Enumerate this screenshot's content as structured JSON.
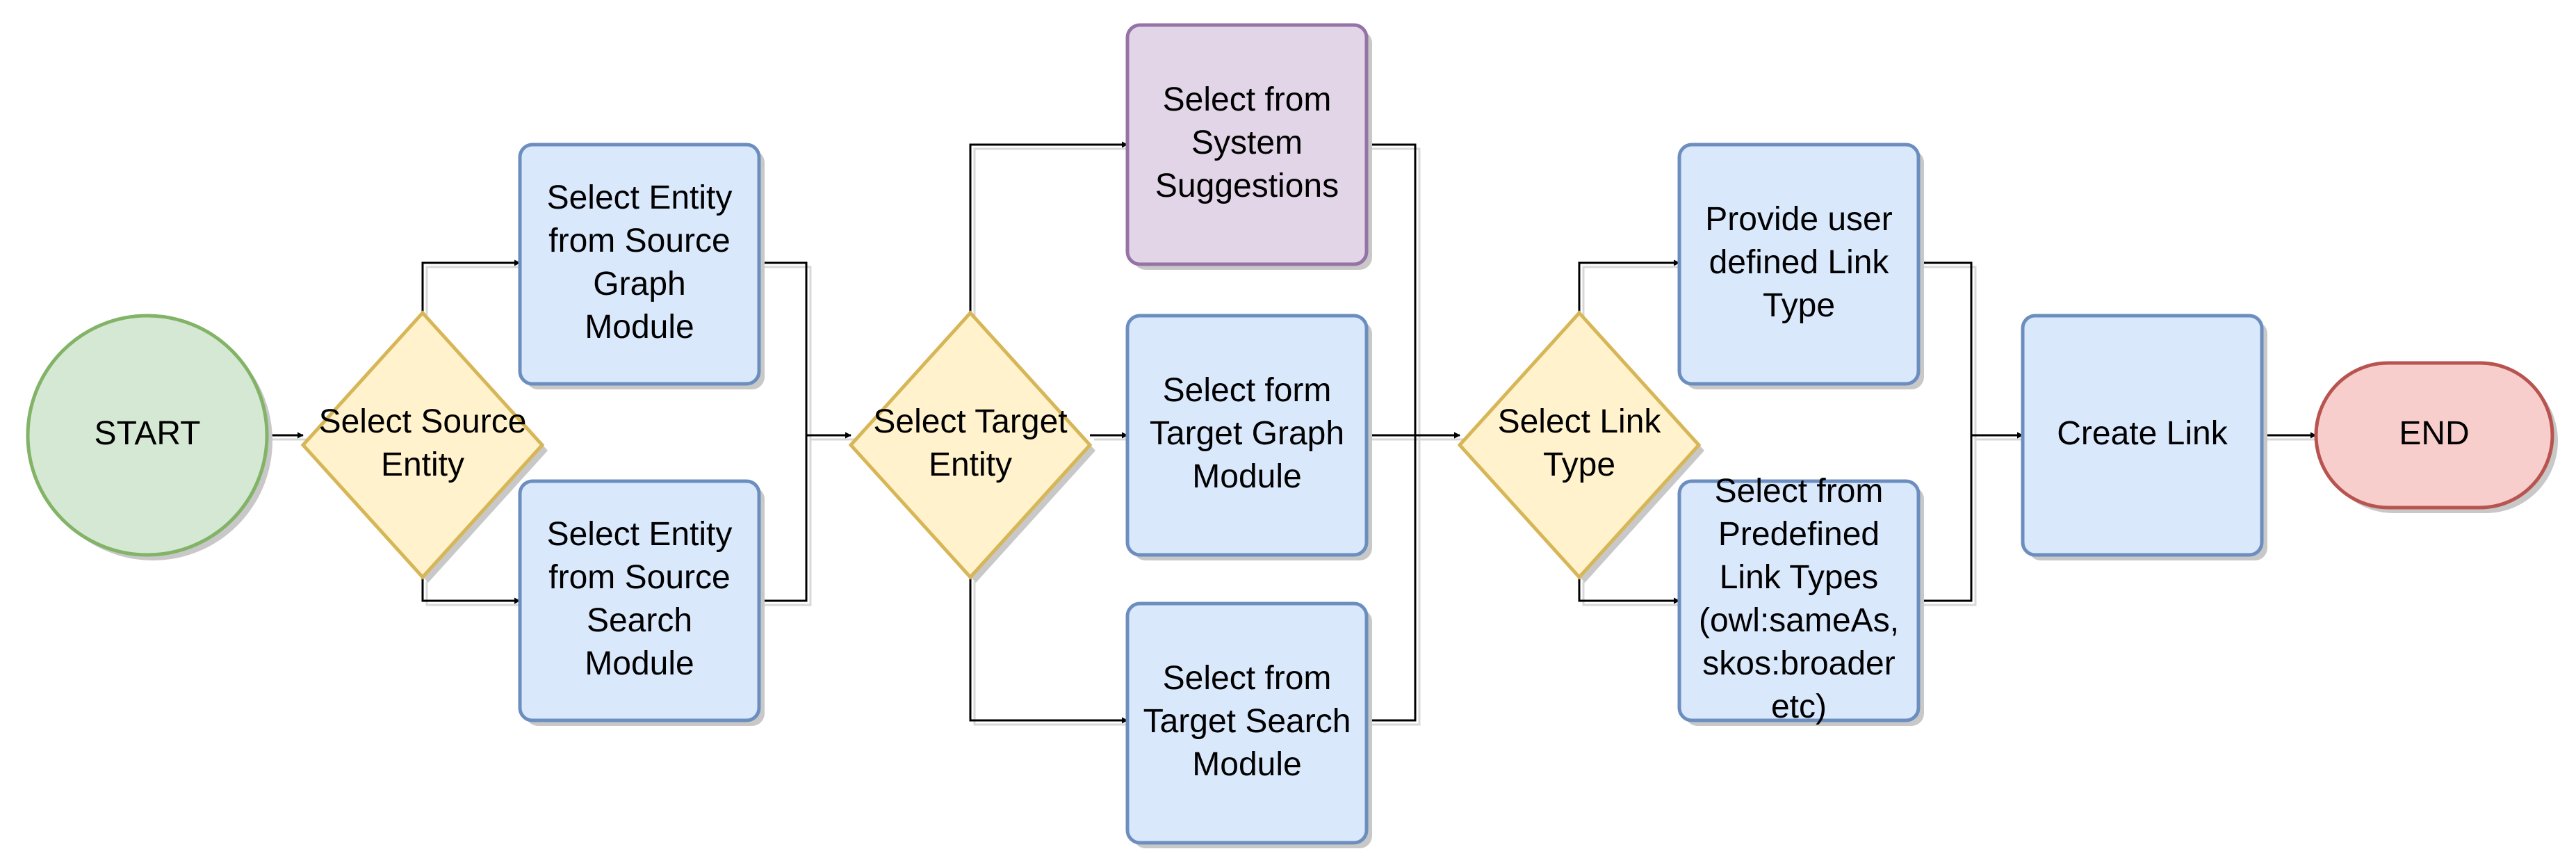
{
  "diagram": {
    "type": "flowchart",
    "colors": {
      "terminal_start_fill": "#d5e8d4",
      "terminal_start_stroke": "#82b366",
      "decision_fill": "#fff2cc",
      "decision_stroke": "#d6b656",
      "process_fill": "#dae8fc",
      "process_stroke": "#6c8ebf",
      "suggestion_fill": "#e1d5e7",
      "suggestion_stroke": "#9673a6",
      "terminal_end_fill": "#f8cecc",
      "terminal_end_stroke": "#b85450"
    },
    "nodes": {
      "start": {
        "kind": "start",
        "lines": [
          "START"
        ]
      },
      "select_source": {
        "kind": "decision",
        "lines": [
          "Select Source",
          "Entity"
        ]
      },
      "source_graph": {
        "kind": "process",
        "lines": [
          "Select Entity",
          "from Source",
          "Graph",
          "Module"
        ]
      },
      "source_search": {
        "kind": "process",
        "lines": [
          "Select Entity",
          "from Source",
          "Search",
          "Module"
        ]
      },
      "select_target": {
        "kind": "decision",
        "lines": [
          "Select Target",
          "Entity"
        ]
      },
      "system_suggestions": {
        "kind": "suggestion",
        "lines": [
          "Select from",
          "System",
          "Suggestions"
        ]
      },
      "target_graph": {
        "kind": "process",
        "lines": [
          "Select form",
          "Target Graph",
          "Module"
        ]
      },
      "target_search": {
        "kind": "process",
        "lines": [
          "Select from",
          "Target Search",
          "Module"
        ]
      },
      "select_link": {
        "kind": "decision",
        "lines": [
          "Select Link",
          "Type"
        ]
      },
      "user_link": {
        "kind": "process",
        "lines": [
          "Provide user",
          "defined Link",
          "Type"
        ]
      },
      "predefined_link": {
        "kind": "process",
        "lines": [
          "Select from",
          "Predefined",
          "Link Types",
          "(owl:sameAs,",
          "skos:broader",
          "etc)"
        ]
      },
      "create_link": {
        "kind": "process",
        "lines": [
          "Create Link"
        ]
      },
      "end": {
        "kind": "end",
        "lines": [
          "END"
        ]
      }
    },
    "edges": [
      {
        "from": "start",
        "to": "select_source"
      },
      {
        "from": "select_source",
        "to": "source_graph"
      },
      {
        "from": "select_source",
        "to": "source_search"
      },
      {
        "from": "source_graph",
        "to": "select_target"
      },
      {
        "from": "source_search",
        "to": "select_target"
      },
      {
        "from": "select_target",
        "to": "system_suggestions"
      },
      {
        "from": "select_target",
        "to": "target_graph"
      },
      {
        "from": "select_target",
        "to": "target_search"
      },
      {
        "from": "system_suggestions",
        "to": "select_link"
      },
      {
        "from": "target_graph",
        "to": "select_link"
      },
      {
        "from": "target_search",
        "to": "select_link"
      },
      {
        "from": "select_link",
        "to": "user_link"
      },
      {
        "from": "select_link",
        "to": "predefined_link"
      },
      {
        "from": "user_link",
        "to": "create_link"
      },
      {
        "from": "predefined_link",
        "to": "create_link"
      },
      {
        "from": "create_link",
        "to": "end"
      }
    ]
  }
}
